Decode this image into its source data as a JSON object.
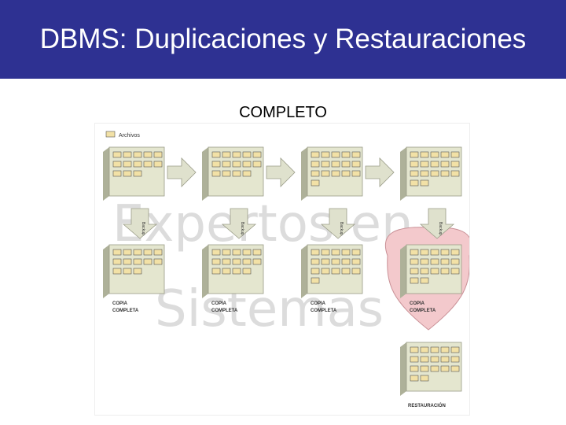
{
  "slide": {
    "title": "DBMS: Duplicaciones y Restauraciones",
    "subtitle": "COMPLETO"
  },
  "figure": {
    "legend_label": "Archivos",
    "watermark_line1": "Expertos en",
    "watermark_line2": "Sistemas",
    "arrow_label": "Backup",
    "copy_labels": [
      {
        "line1": "COPIA",
        "line2": "COMPLETA"
      },
      {
        "line1": "COPIA",
        "line2": "COMPLETA"
      },
      {
        "line1": "COPIA",
        "line2": "COMPLETA"
      },
      {
        "line1": "COPIA",
        "line2": "COMPLETA"
      }
    ],
    "restore_label": "RESTAURACIÓN",
    "files_per_stage": [
      13,
      14,
      16,
      17
    ],
    "colors": {
      "title_bg": "#2e3192",
      "box_fill": "#e4e6cf",
      "file_fill": "#f2e1a6",
      "arrow_fill": "#dfe1cd",
      "highlight": "#f3c9cc"
    }
  }
}
